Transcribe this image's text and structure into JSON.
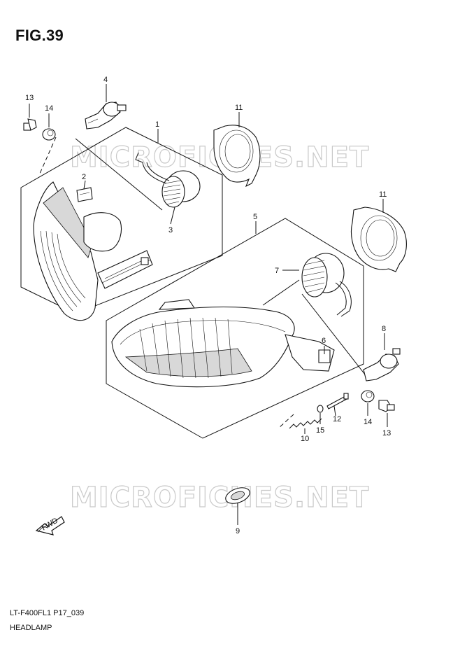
{
  "figure": {
    "title": "FIG.39",
    "code": "LT-F400FL1 P17_039",
    "name": "HEADLAMP"
  },
  "watermark": {
    "text": "MICROFICHES.NET",
    "color": "#c9c9c9"
  },
  "fwd_arrow": {
    "label": "FWD"
  },
  "callouts": [
    "1",
    "2",
    "3",
    "4",
    "5",
    "6",
    "7",
    "8",
    "9",
    "10",
    "11",
    "11",
    "12",
    "13",
    "13",
    "14",
    "14",
    "15"
  ]
}
